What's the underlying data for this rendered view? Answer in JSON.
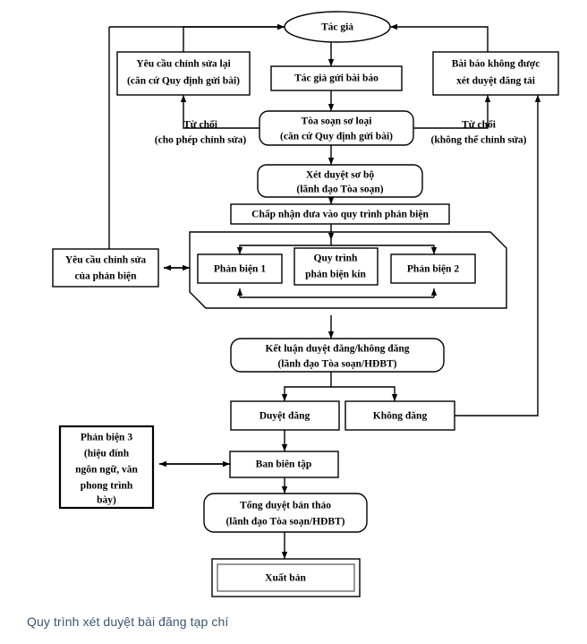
{
  "caption": "Quy trình xét duyệt bài đăng tạp chí",
  "colors": {
    "stroke": "#000000",
    "box_fill": "#ffffff",
    "caption_text": "#3b5570",
    "inner_border": "#555555"
  },
  "diagram": {
    "title": "Quy trình xét duyệt bài đăng tạp chí",
    "type": "flowchart",
    "nodes": [
      {
        "id": "tac-gia",
        "label": "Tác giả",
        "shape": "ellipse"
      },
      {
        "id": "yeu-cau-chinh-sua-lai",
        "line1": "Yêu cầu chỉnh sửa lại",
        "line2": "(căn cứ Quy định gửi bài)",
        "shape": "rect"
      },
      {
        "id": "tac-gia-gui-bai-bao",
        "label": "Tác giả gửi bài báo",
        "shape": "rect"
      },
      {
        "id": "bai-bao-khong-duoc",
        "line1": "Bài báo không được",
        "line2": "xét duyệt đăng tải",
        "shape": "rect"
      },
      {
        "id": "toa-soan-so-loai",
        "line1": "Tòa soạn sơ loại",
        "line2": "(căn cứ Quy định gửi bài)",
        "shape": "rounded"
      },
      {
        "id": "xet-duyet-so-bo",
        "line1": "Xét duyệt sơ bộ",
        "line2": "(lãnh đạo Tòa soạn)",
        "shape": "rounded"
      },
      {
        "id": "chap-nhan-dua-vao",
        "label": "Chấp nhận đưa vào quy trình phản biện",
        "shape": "rect"
      },
      {
        "id": "quy-trinh-phan-bien-kin",
        "line1": "Quy trình",
        "line2": "phản biện kín",
        "shape": "rect"
      },
      {
        "id": "phan-bien-1",
        "label": "Phản biện 1",
        "shape": "rect"
      },
      {
        "id": "phan-bien-2",
        "label": "Phản biện 2",
        "shape": "rect"
      },
      {
        "id": "yeu-cau-chinh-sua-phan-bien",
        "line1": "Yêu cầu chỉnh sửa",
        "line2": "của phản biện",
        "shape": "rect"
      },
      {
        "id": "ket-luan-duyet-dang",
        "line1": "Kết luận duyệt đăng/không đăng",
        "line2": "(lãnh đạo Tòa soạn/HĐBT)",
        "shape": "rounded"
      },
      {
        "id": "duyet-dang",
        "label": "Duyệt đăng",
        "shape": "rect"
      },
      {
        "id": "khong-dang",
        "label": "Không đăng",
        "shape": "rect"
      },
      {
        "id": "phan-bien-3",
        "line1": "Phản biện 3",
        "line2": "(hiệu đính",
        "line3": "ngôn ngữ, văn",
        "line4": "phong trình",
        "line5": "bày)",
        "shape": "rect-thick"
      },
      {
        "id": "ban-bien-tap",
        "label": "Ban biên tập",
        "shape": "rect"
      },
      {
        "id": "tong-duyet-ban-thao",
        "line1": "Tổng duyệt bản thảo",
        "line2": "(lãnh đạo Tòa soạn/HĐBT)",
        "shape": "rounded"
      },
      {
        "id": "xuat-ban",
        "label": "Xuất bản",
        "shape": "rect-double"
      }
    ],
    "edge_labels": [
      {
        "id": "tu-choi-left",
        "line1": "Từ chối",
        "line2": "(cho phép chỉnh sửa)"
      },
      {
        "id": "tu-choi-right",
        "line1": "Từ chối",
        "line2": "(không thể chỉnh sửa)"
      }
    ]
  }
}
